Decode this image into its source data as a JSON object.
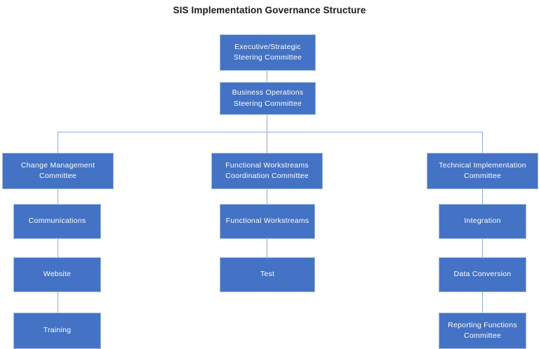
{
  "chart": {
    "title": "SIS Implementation Governance Structure",
    "type": "org-chart",
    "colors": {
      "node_fill": "#4472C4",
      "node_border": "#A9C3E0",
      "node_text": "#FFFFFF",
      "connector": "#8FAADC",
      "background": "#FFFFFF",
      "title_text": "#1A1A1A"
    }
  },
  "nodes": {
    "executive_steering": {
      "line1": "Executive/Strategic",
      "line2": "Steering Committee"
    },
    "business_operations": {
      "line1": "Business Operations",
      "line2": "Steering Committee"
    },
    "change_management": {
      "line1": "Change Management",
      "line2": "Committee"
    },
    "communications": {
      "line1": "Communications",
      "line2": ""
    },
    "website": {
      "line1": "Website",
      "line2": ""
    },
    "training": {
      "line1": "Training",
      "line2": ""
    },
    "functional_coordination": {
      "line1": "Functional Workstreams",
      "line2": "Coordination Committee"
    },
    "functional_workstreams": {
      "line1": "Functional Workstreams",
      "line2": ""
    },
    "test": {
      "line1": "Test",
      "line2": ""
    },
    "technical_implementation": {
      "line1": "Technical Implementation",
      "line2": "Committee"
    },
    "integration": {
      "line1": "Integration",
      "line2": ""
    },
    "data_conversion": {
      "line1": "Data Conversion",
      "line2": ""
    },
    "reporting_functions": {
      "line1": "Reporting Functions",
      "line2": "Committee"
    }
  },
  "chart_data": {
    "type": "diagram",
    "title": "SIS Implementation Governance Structure",
    "hierarchy": [
      {
        "id": "executive_steering",
        "label": "Executive/Strategic Steering Committee",
        "level": 0,
        "children": [
          {
            "id": "business_operations",
            "label": "Business Operations Steering Committee",
            "level": 1,
            "children": [
              {
                "id": "change_management",
                "label": "Change Management Committee",
                "level": 2,
                "column": "left",
                "children": [
                  {
                    "id": "communications",
                    "label": "Communications",
                    "level": 3
                  },
                  {
                    "id": "website",
                    "label": "Website",
                    "level": 4
                  },
                  {
                    "id": "training",
                    "label": "Training",
                    "level": 5
                  }
                ]
              },
              {
                "id": "functional_coordination",
                "label": "Functional Workstreams Coordination Committee",
                "level": 2,
                "column": "center",
                "children": [
                  {
                    "id": "functional_workstreams",
                    "label": "Functional Workstreams",
                    "level": 3
                  },
                  {
                    "id": "test",
                    "label": "Test",
                    "level": 4
                  }
                ]
              },
              {
                "id": "technical_implementation",
                "label": "Technical Implementation Committee",
                "level": 2,
                "column": "right",
                "children": [
                  {
                    "id": "integration",
                    "label": "Integration",
                    "level": 3
                  },
                  {
                    "id": "data_conversion",
                    "label": "Data Conversion",
                    "level": 4
                  },
                  {
                    "id": "reporting_functions",
                    "label": "Reporting Functions Committee",
                    "level": 5
                  }
                ]
              }
            ]
          }
        ]
      }
    ],
    "edges": [
      {
        "from": "executive_steering",
        "to": "business_operations"
      },
      {
        "from": "business_operations",
        "to": "change_management"
      },
      {
        "from": "business_operations",
        "to": "functional_coordination"
      },
      {
        "from": "business_operations",
        "to": "technical_implementation"
      },
      {
        "from": "change_management",
        "to": "communications"
      },
      {
        "from": "communications",
        "to": "website"
      },
      {
        "from": "website",
        "to": "training"
      },
      {
        "from": "functional_coordination",
        "to": "functional_workstreams"
      },
      {
        "from": "functional_workstreams",
        "to": "test"
      },
      {
        "from": "technical_implementation",
        "to": "integration"
      },
      {
        "from": "integration",
        "to": "data_conversion"
      },
      {
        "from": "data_conversion",
        "to": "reporting_functions"
      }
    ],
    "node_count": 13,
    "depth": 6
  }
}
